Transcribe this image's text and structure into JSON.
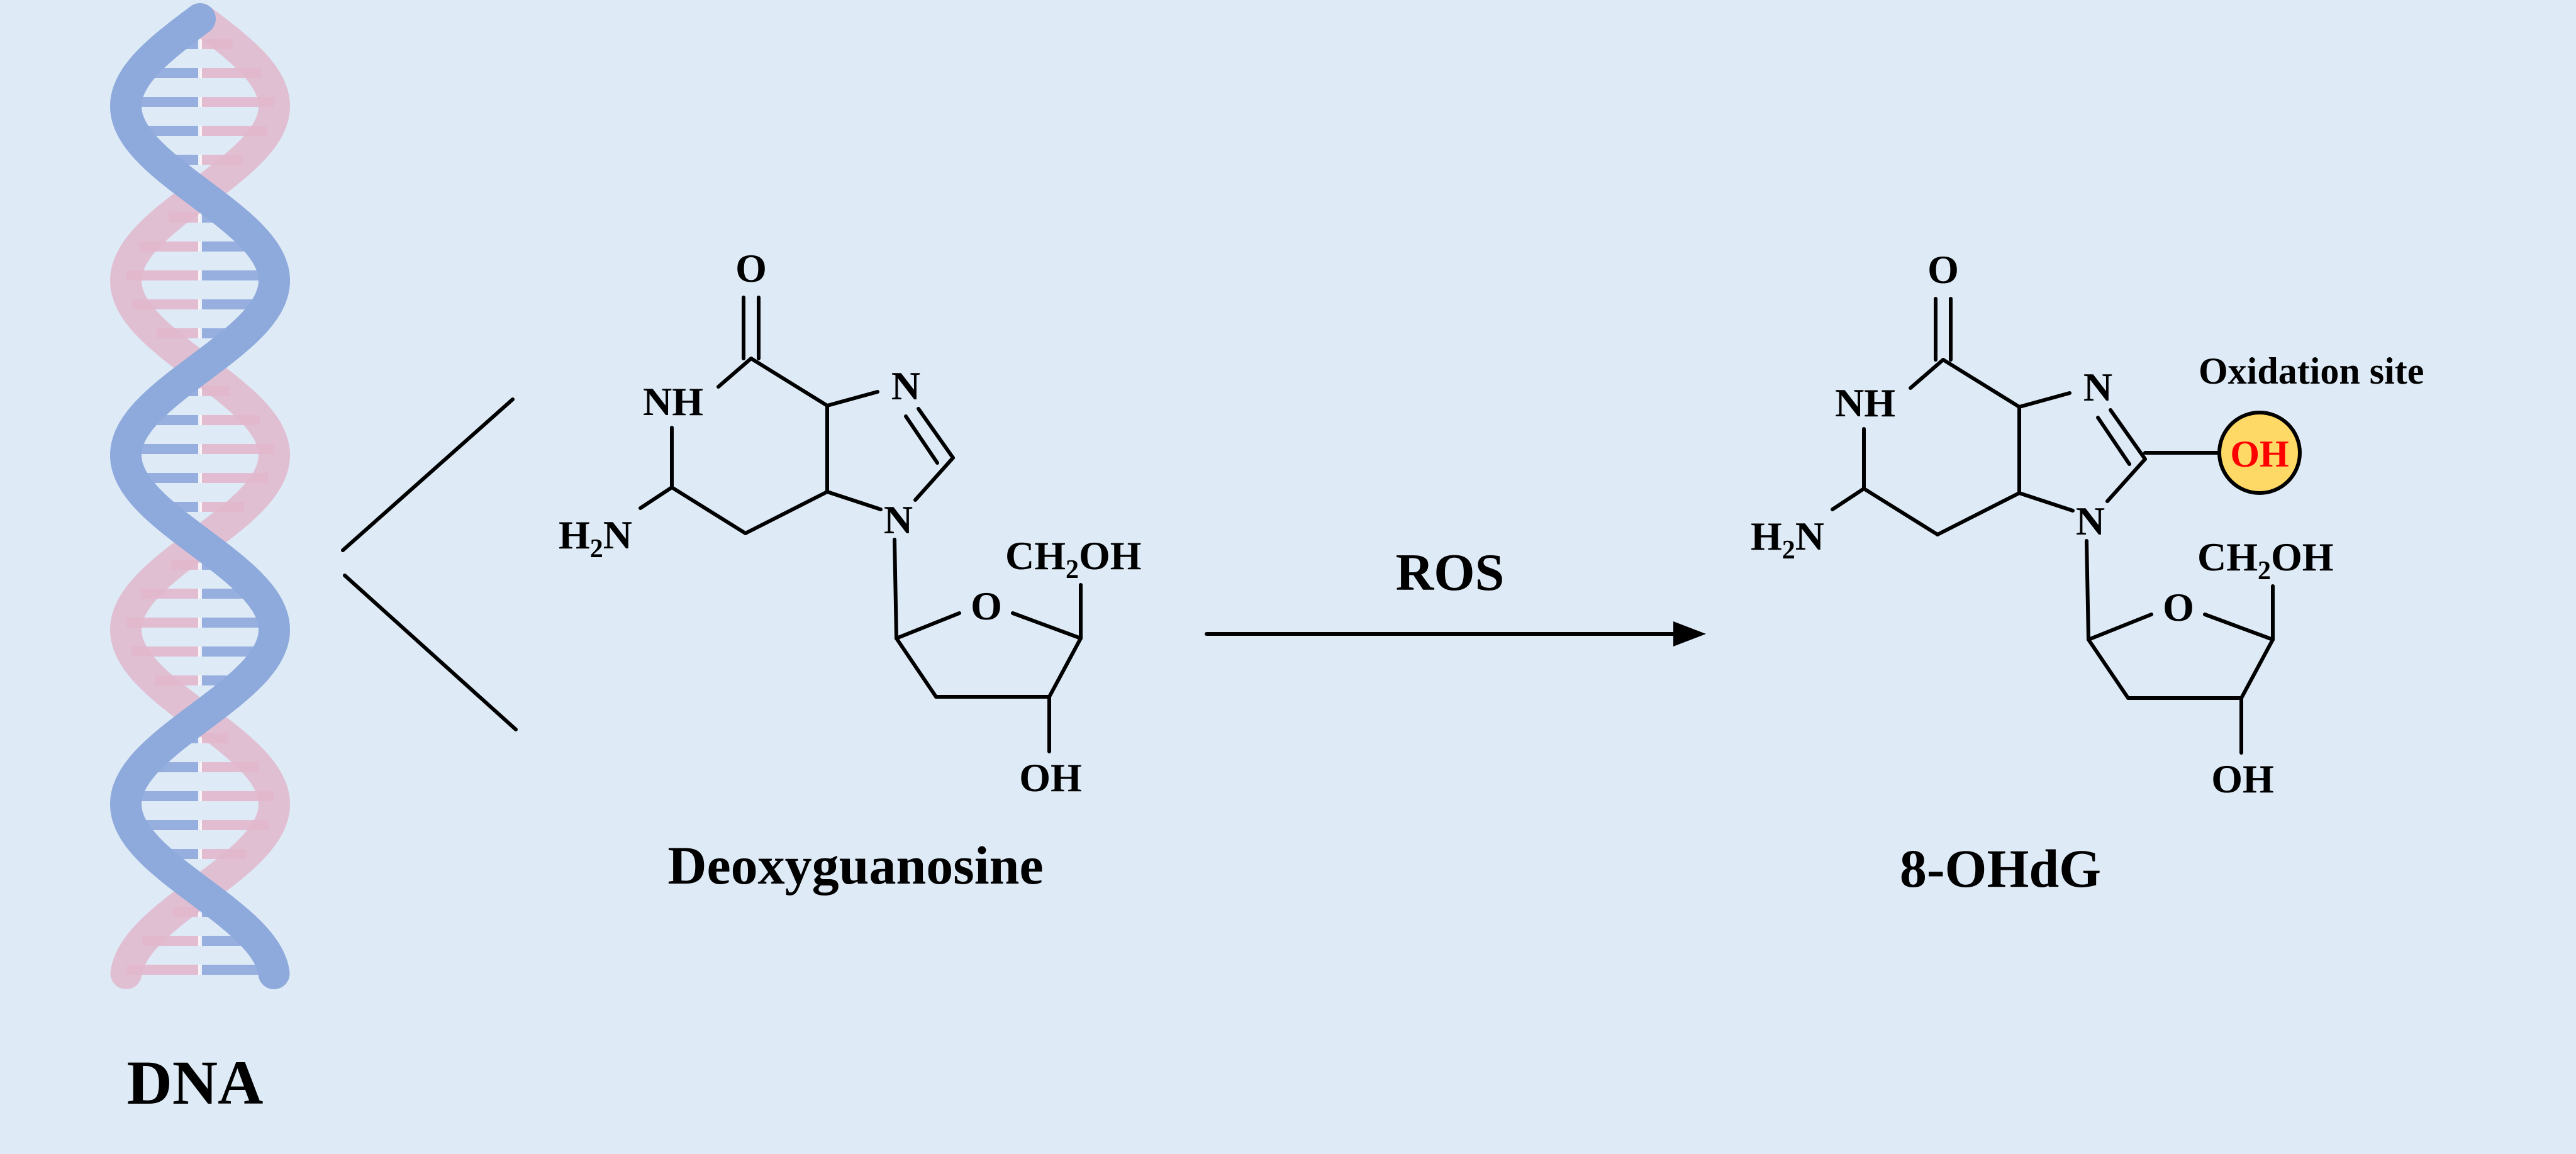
{
  "colors": {
    "background": "#deebf7",
    "helix_blue": "#8ea9db",
    "helix_pink": "#e2b7cc",
    "oxidation_circle": "#ffd966",
    "oxidation_text": "#ff0000"
  },
  "dna": {
    "label": "DNA"
  },
  "reactant": {
    "name": "Deoxyguanosine",
    "atoms": {
      "carbonyl_o": "O",
      "nh": "NH",
      "amine_h": "H",
      "amine_sub": "2",
      "amine_n": "N",
      "n7": "N",
      "n9": "N",
      "ring_o": "O",
      "ch2oh_ch": "CH",
      "ch2oh_sub": "2",
      "ch2oh_oh": "OH",
      "oh": "OH"
    }
  },
  "reaction": {
    "label": "ROS"
  },
  "product": {
    "name": "8-OHdG",
    "oxidation_label": "Oxidation site",
    "oxidation_group": "OH",
    "atoms": {
      "carbonyl_o": "O",
      "nh": "NH",
      "amine_h": "H",
      "amine_sub": "2",
      "amine_n": "N",
      "n7": "N",
      "n9": "N",
      "ring_o": "O",
      "ch2oh_ch": "CH",
      "ch2oh_sub": "2",
      "ch2oh_oh": "OH",
      "oh": "OH"
    }
  }
}
